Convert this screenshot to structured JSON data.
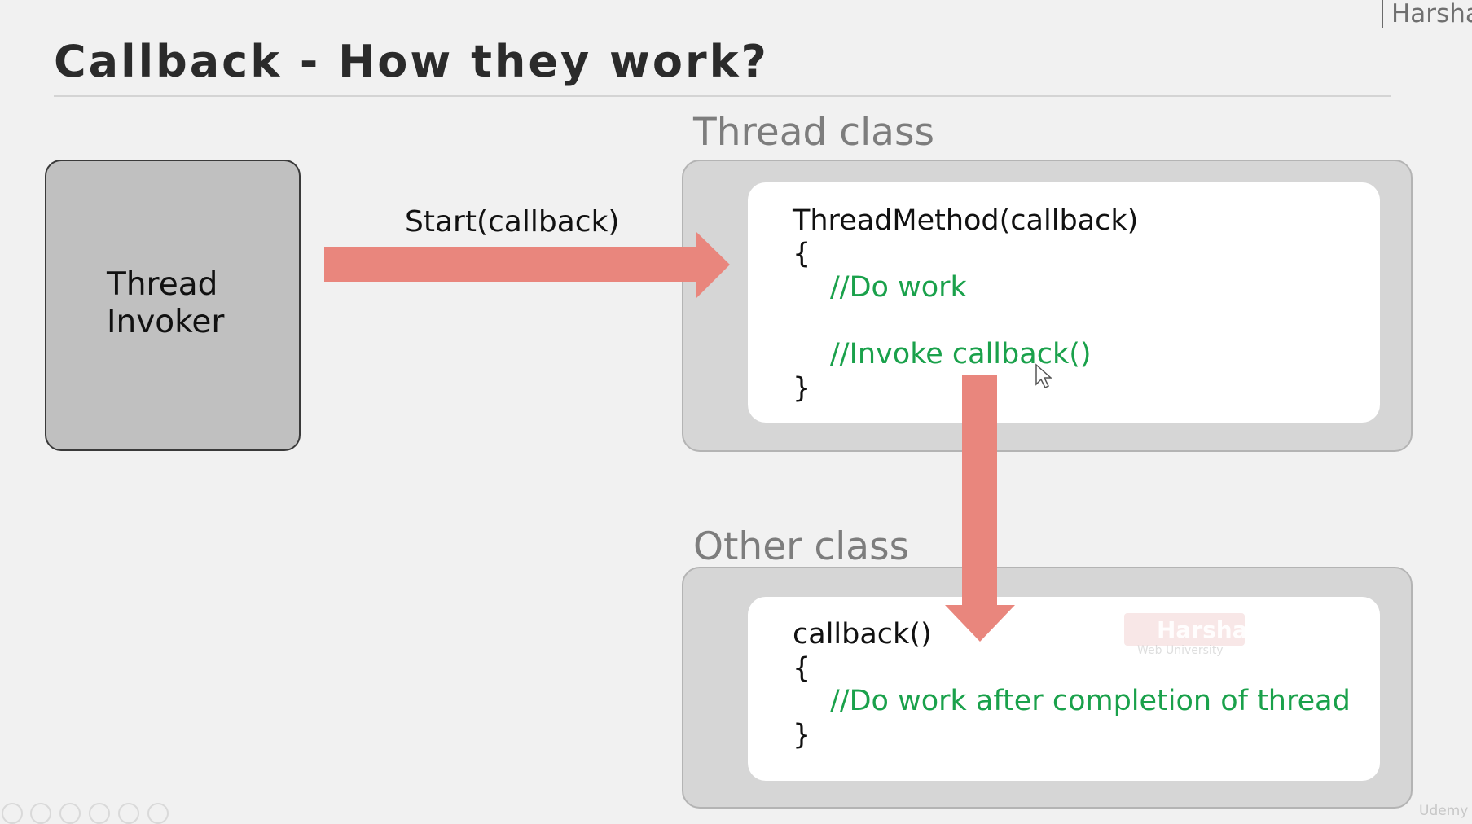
{
  "presenter": {
    "name": "Harsha"
  },
  "slide": {
    "title": "Callback - How they work?"
  },
  "invoker": {
    "line1": "Thread",
    "line2": "Invoker"
  },
  "arrows": {
    "start_label": "Start(callback)",
    "color": "#e9867d"
  },
  "thread_class": {
    "heading": "Thread class",
    "lines": [
      {
        "text": "ThreadMethod(callback)",
        "kind": "code"
      },
      {
        "text": "{",
        "kind": "code"
      },
      {
        "text": "//Do work",
        "kind": "comment"
      },
      {
        "text": "//Invoke callback()",
        "kind": "comment"
      },
      {
        "text": "}",
        "kind": "code"
      }
    ]
  },
  "other_class": {
    "heading": "Other class",
    "lines": [
      {
        "text": "callback()",
        "kind": "code"
      },
      {
        "text": "{",
        "kind": "code"
      },
      {
        "text": "//Do work after completion of thread",
        "kind": "comment"
      },
      {
        "text": "}",
        "kind": "code"
      }
    ]
  },
  "watermark": {
    "name": "Harsha",
    "sub": "Web University"
  },
  "brand": "Udemy",
  "colors": {
    "background": "#f1f1f1",
    "comment": "#1aa14b",
    "invoker_fill": "#c0c0c0",
    "container_fill": "#d6d6d6",
    "heading": "#7d7d7d"
  },
  "controls": [
    "prev-icon",
    "next-icon",
    "pen-icon",
    "slides-icon",
    "zoom-icon",
    "more-icon"
  ]
}
